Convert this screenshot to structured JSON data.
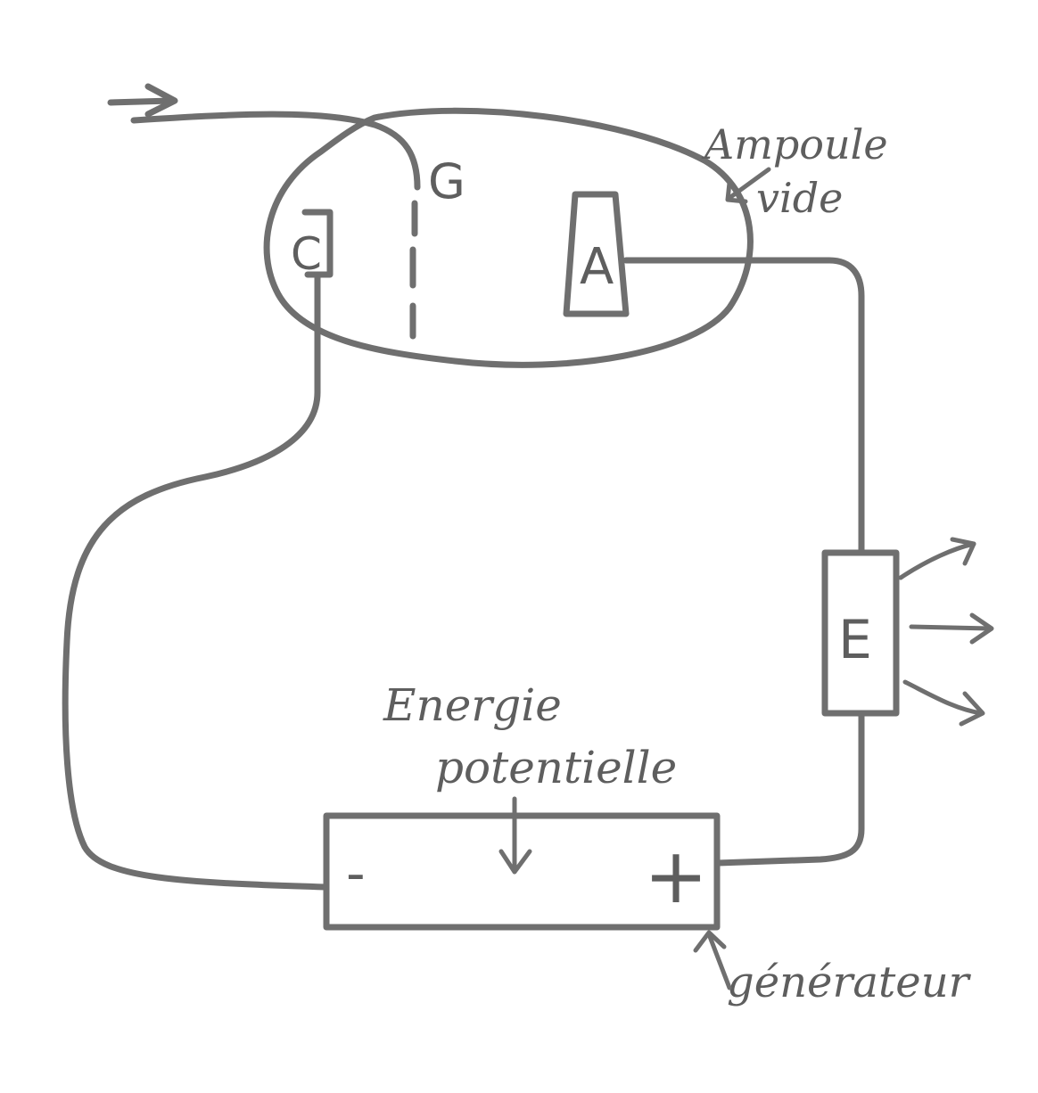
{
  "diagram": {
    "labels": {
      "grid": "G",
      "cathode": "C",
      "anode": "A",
      "emitter": "E",
      "ampoule_line1": "Ampoule",
      "ampoule_line2": "vide",
      "energy_line1": "Energie",
      "energy_line2": "potentielle",
      "minus": "-",
      "plus": "+",
      "generator": "générateur"
    },
    "ink_color": "#6f6f6f",
    "background_color": "#ffffff"
  }
}
